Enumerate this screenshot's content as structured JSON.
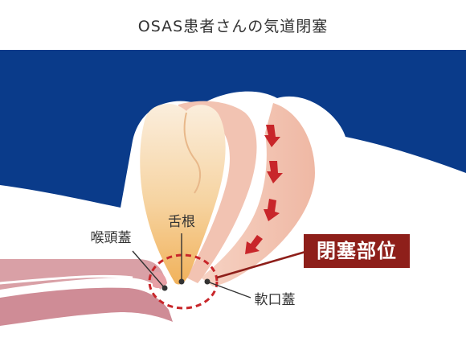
{
  "title": "OSAS患者さんの気道閉塞",
  "labels": {
    "tongue_root": "舌根",
    "epiglottis": "喉頭蓋",
    "soft_palate": "軟口蓋",
    "obstruction_site": "閉塞部位"
  },
  "colors": {
    "background_navy": "#0a3b8a",
    "skin": "#f2c3b2",
    "tongue": "#f3c98a",
    "arrow_red": "#c8262a",
    "callout_bg": "#8e1f1a",
    "circle_dash": "#c8262a"
  },
  "icons": {
    "airflow_arrow": "down-arrow-icon"
  }
}
